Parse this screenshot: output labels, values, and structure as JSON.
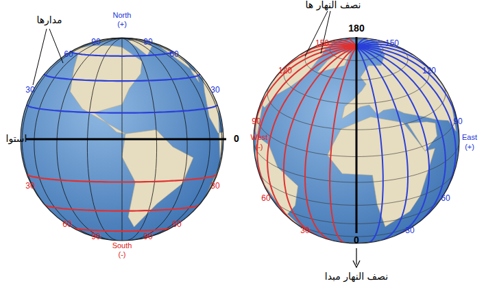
{
  "diagram": {
    "labels": [
      "مدارها",
      "North",
      "(+)",
      "90",
      "90",
      "60",
      "60",
      "30",
      "30",
      "استوا",
      "0",
      "30",
      "30",
      "60",
      "60",
      "90",
      "90",
      "South",
      "(-)",
      "نصف النهار ها",
      "180",
      "150",
      "150",
      "120",
      "120",
      "90",
      "West",
      "(-)",
      "90",
      "East",
      "(+)",
      "60",
      "60",
      "30",
      "30",
      "0",
      "نصف النهار مبدا"
    ]
  }
}
